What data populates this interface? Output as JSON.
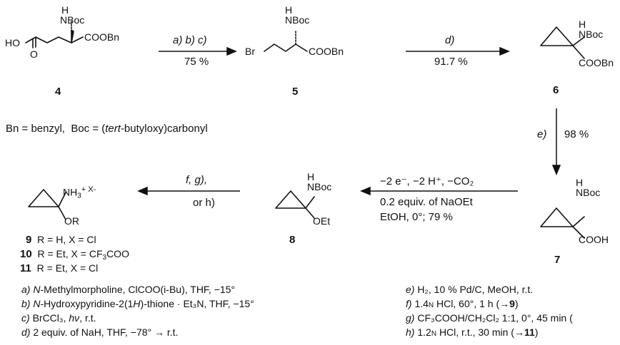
{
  "compounds": {
    "c4": "4",
    "c5": "5",
    "c6": "6",
    "c7": "7",
    "c8": "8",
    "c9": "9",
    "c10": "10",
    "c11": "11"
  },
  "groups": {
    "nboc": "NBoc",
    "h": "H",
    "ho": "HO",
    "o": "O",
    "coobn": "COOBn",
    "br": "Br",
    "cooh": "COOH",
    "oet": "OEt",
    "or": "OR",
    "nh3": "NH",
    "nh3_sub": "3",
    "nh3_sup": "+ X",
    "nh3_minus": "-"
  },
  "arrows": {
    "a1_label": "a) b) c)",
    "a1_yield": "75 %",
    "a2_label": "d)",
    "a2_yield": "91.7 %",
    "a3_label": "e)",
    "a3_yield": "98 %",
    "a4_line1": "−2 e⁻, −2 H⁺, −CO₂",
    "a4_line2": "0.2 equiv. of NaOEt",
    "a4_line3": "EtOH, 0°; 79 %",
    "a5_label": "f, g),",
    "a5_label2": "or h)"
  },
  "definitions": {
    "bn": "Bn = benzyl,",
    "boc_pre": "Boc = (",
    "boc_it": "tert",
    "boc_post": "-butyloxy)carbonyl"
  },
  "products": {
    "p9": "R = H, X = Cl",
    "p10_pre": "R = Et, X = CF",
    "p10_sub": "3",
    "p10_post": "COO",
    "p11": "R = Et, X = Cl"
  },
  "footnotes": {
    "a_key": "a)",
    "a_it": "N",
    "a_txt": "-Methylmorpholine, ClCOO(i-Bu), THF, −15°",
    "b_key": "b)",
    "b_it": "N",
    "b_txt1": "-Hydroxypyridine-2(1",
    "b_it2": "H",
    "b_txt2": ")-thione · Et₃N, THF, −15°",
    "c_key": "c)",
    "c_txt": "BrCCl₃,",
    "c_it": "hν",
    "c_txt2": ", r.t.",
    "d_key": "d)",
    "d_txt": "2 equiv. of NaH, THF, −78° → r.t.",
    "e_key": "e)",
    "e_txt": "H₂, 10 % Pd/C, MeOH, r.t.",
    "f_key": "f)",
    "f_txt": "1.4",
    "f_n": "N",
    "f_txt2": "HCl, 60°, 1 h (→",
    "f_ref": "9",
    "f_close": ")",
    "g_key": "g)",
    "g_txt": "CF₃COOH/CH₂Cl₂ 1:1, 0°, 45 min (",
    "h_key": "h)",
    "h_txt": "1.2",
    "h_n": "N",
    "h_txt2": "HCl, r.t., 30 min (→",
    "h_ref": "11",
    "h_close": ")"
  }
}
